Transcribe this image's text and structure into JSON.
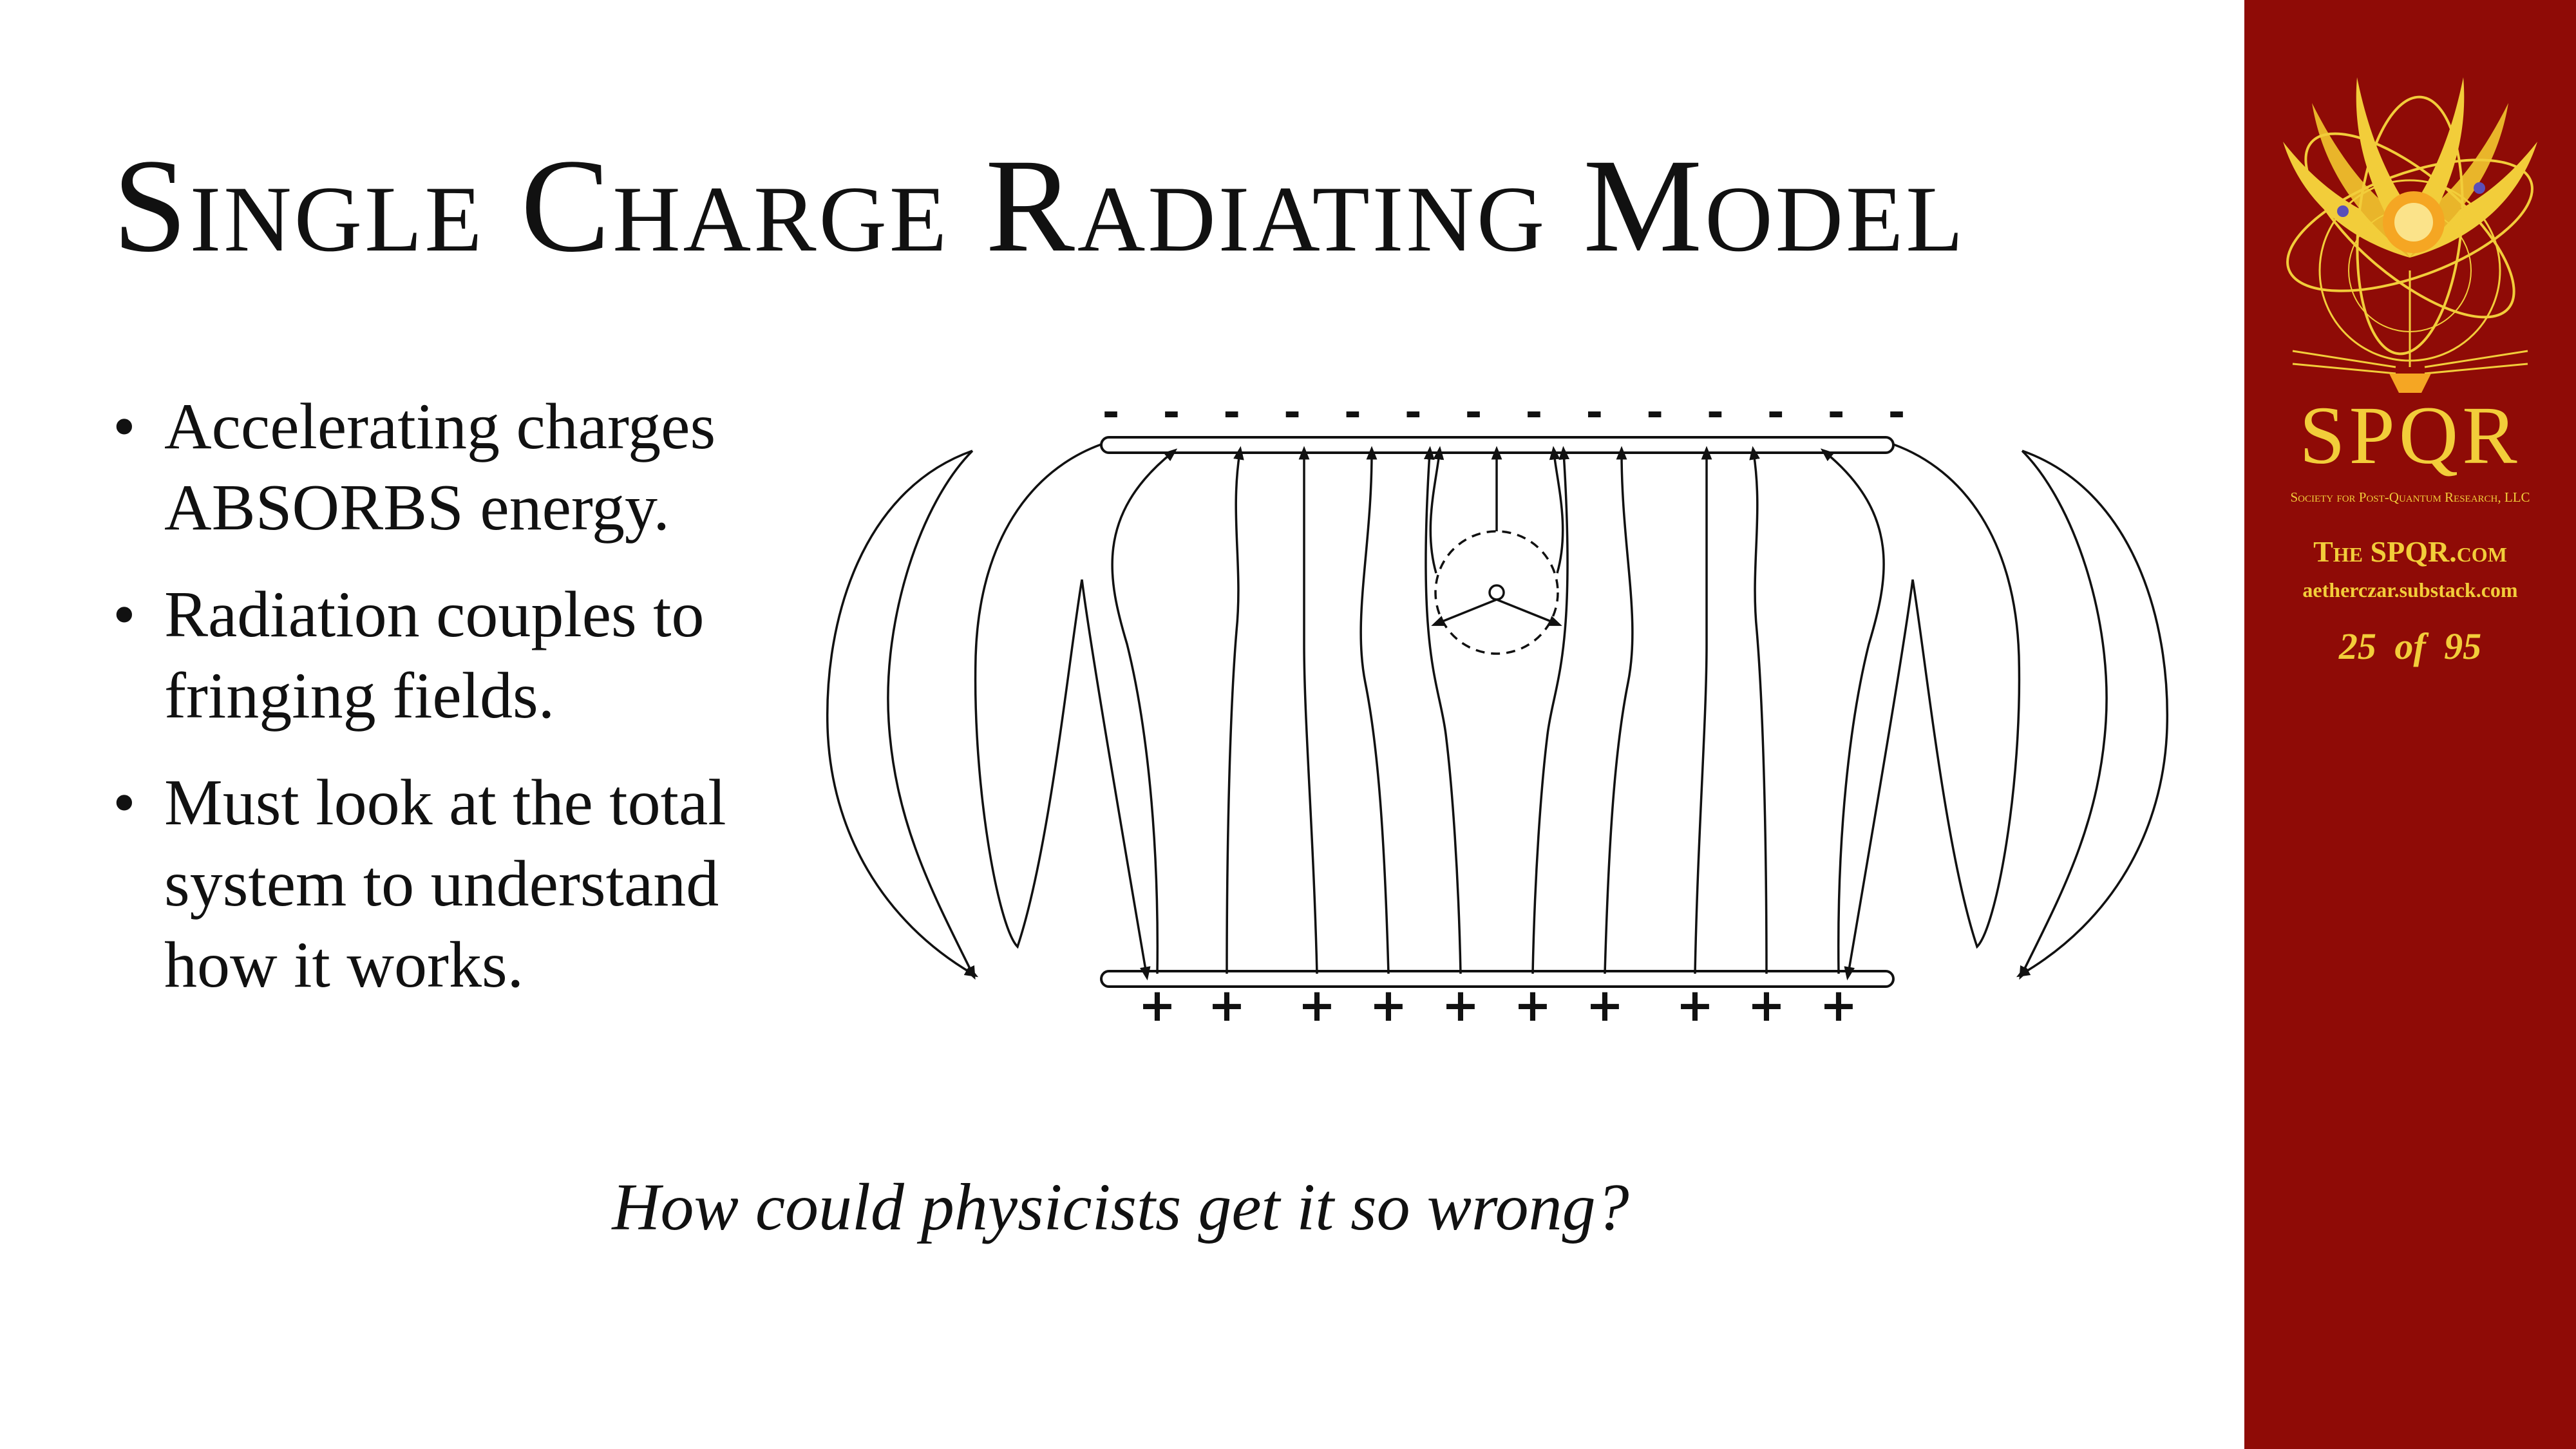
{
  "slide": {
    "title": "Single Charge Radiating Model",
    "bullets": [
      "Accelerating charges ABSORBS energy.",
      "Radiation couples to fringing fields.",
      "Must look at the total system to understand how it works."
    ],
    "caption": "How could physicists get it so wrong?"
  },
  "diagram": {
    "top_plate_charge": "-",
    "bottom_plate_charge": "+",
    "top_charge_count": 14,
    "bottom_charge_count": 10
  },
  "sidebar": {
    "name": "SPQR",
    "subtitle": "Society for Post-Quantum Research, LLC",
    "site": "The SPQR.com",
    "substack": "aetherczar.substack.com",
    "page_current": "25",
    "page_of": "of",
    "page_total": "95",
    "colors": {
      "background": "#8f0b06",
      "gold": "#f2cd3a"
    }
  }
}
